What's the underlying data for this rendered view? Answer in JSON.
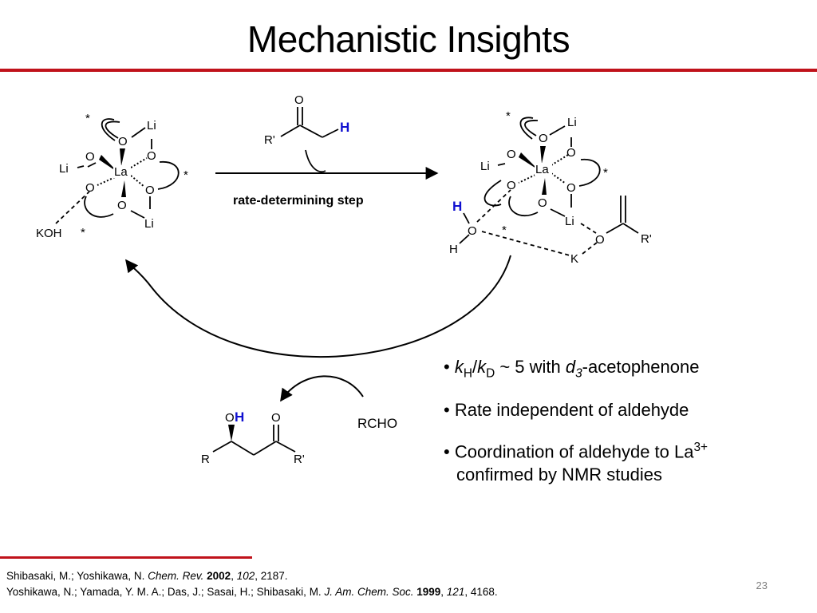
{
  "slide": {
    "title": "Mechanistic Insights",
    "page_number": "23",
    "colors": {
      "accent_rule": "#c0121b",
      "highlight_h": "#1010d0",
      "text": "#000000"
    }
  },
  "scheme": {
    "left_complex": {
      "metal": "La",
      "oxygens": [
        "O",
        "O",
        "O",
        "O",
        "O",
        "O"
      ],
      "lithiums": [
        "Li",
        "Li",
        "Li"
      ],
      "base": "KOH",
      "asterisks": [
        "*",
        "*",
        "*"
      ]
    },
    "reagent": {
      "carbonyl_o": "O",
      "r_group": "R'",
      "acidic_h": "H"
    },
    "arrow_label": "rate-determining step",
    "right_complex": {
      "metal": "La",
      "oxygens": [
        "O",
        "O",
        "O",
        "O",
        "O",
        "O"
      ],
      "lithiums": [
        "Li",
        "Li",
        "Li"
      ],
      "water_o": "O",
      "water_h_top": "H",
      "water_h_bottom": "H",
      "potassium": "K",
      "enolate_o": "O",
      "enolate_r": "R'",
      "asterisks": [
        "*",
        "*",
        "*"
      ]
    },
    "product": {
      "hydroxyl_o": "O",
      "hydroxyl_h": "H",
      "ketone_o": "O",
      "r_left": "R",
      "r_right": "R'"
    },
    "aldehyde": "RCHO"
  },
  "bullets": {
    "b1": {
      "k": "k",
      "sub_h": "H",
      "slash": "/",
      "sub_d": "D",
      "mid": " ~ 5 with ",
      "d": "d",
      "sub_3": "3",
      "tail": "-acetophenone"
    },
    "b2": {
      "text": "Rate independent of aldehyde"
    },
    "b3": {
      "line1": "Coordination of aldehyde to La",
      "sup": "3+",
      "line2": "confirmed by NMR studies"
    }
  },
  "references": {
    "r1": {
      "authors": "Shibasaki, M.; Yoshikawa, N. ",
      "journal": "Chem. Rev.",
      "year": "2002",
      "volume": "102",
      "pages": "2187."
    },
    "r2": {
      "authors": "Yoshikawa, N.; Yamada, Y. M. A.; Das, J.; Sasai, H.; Shibasaki, M. ",
      "journal": "J. Am. Chem. Soc.",
      "year": "1999",
      "volume": "121",
      "pages": "4168."
    }
  }
}
